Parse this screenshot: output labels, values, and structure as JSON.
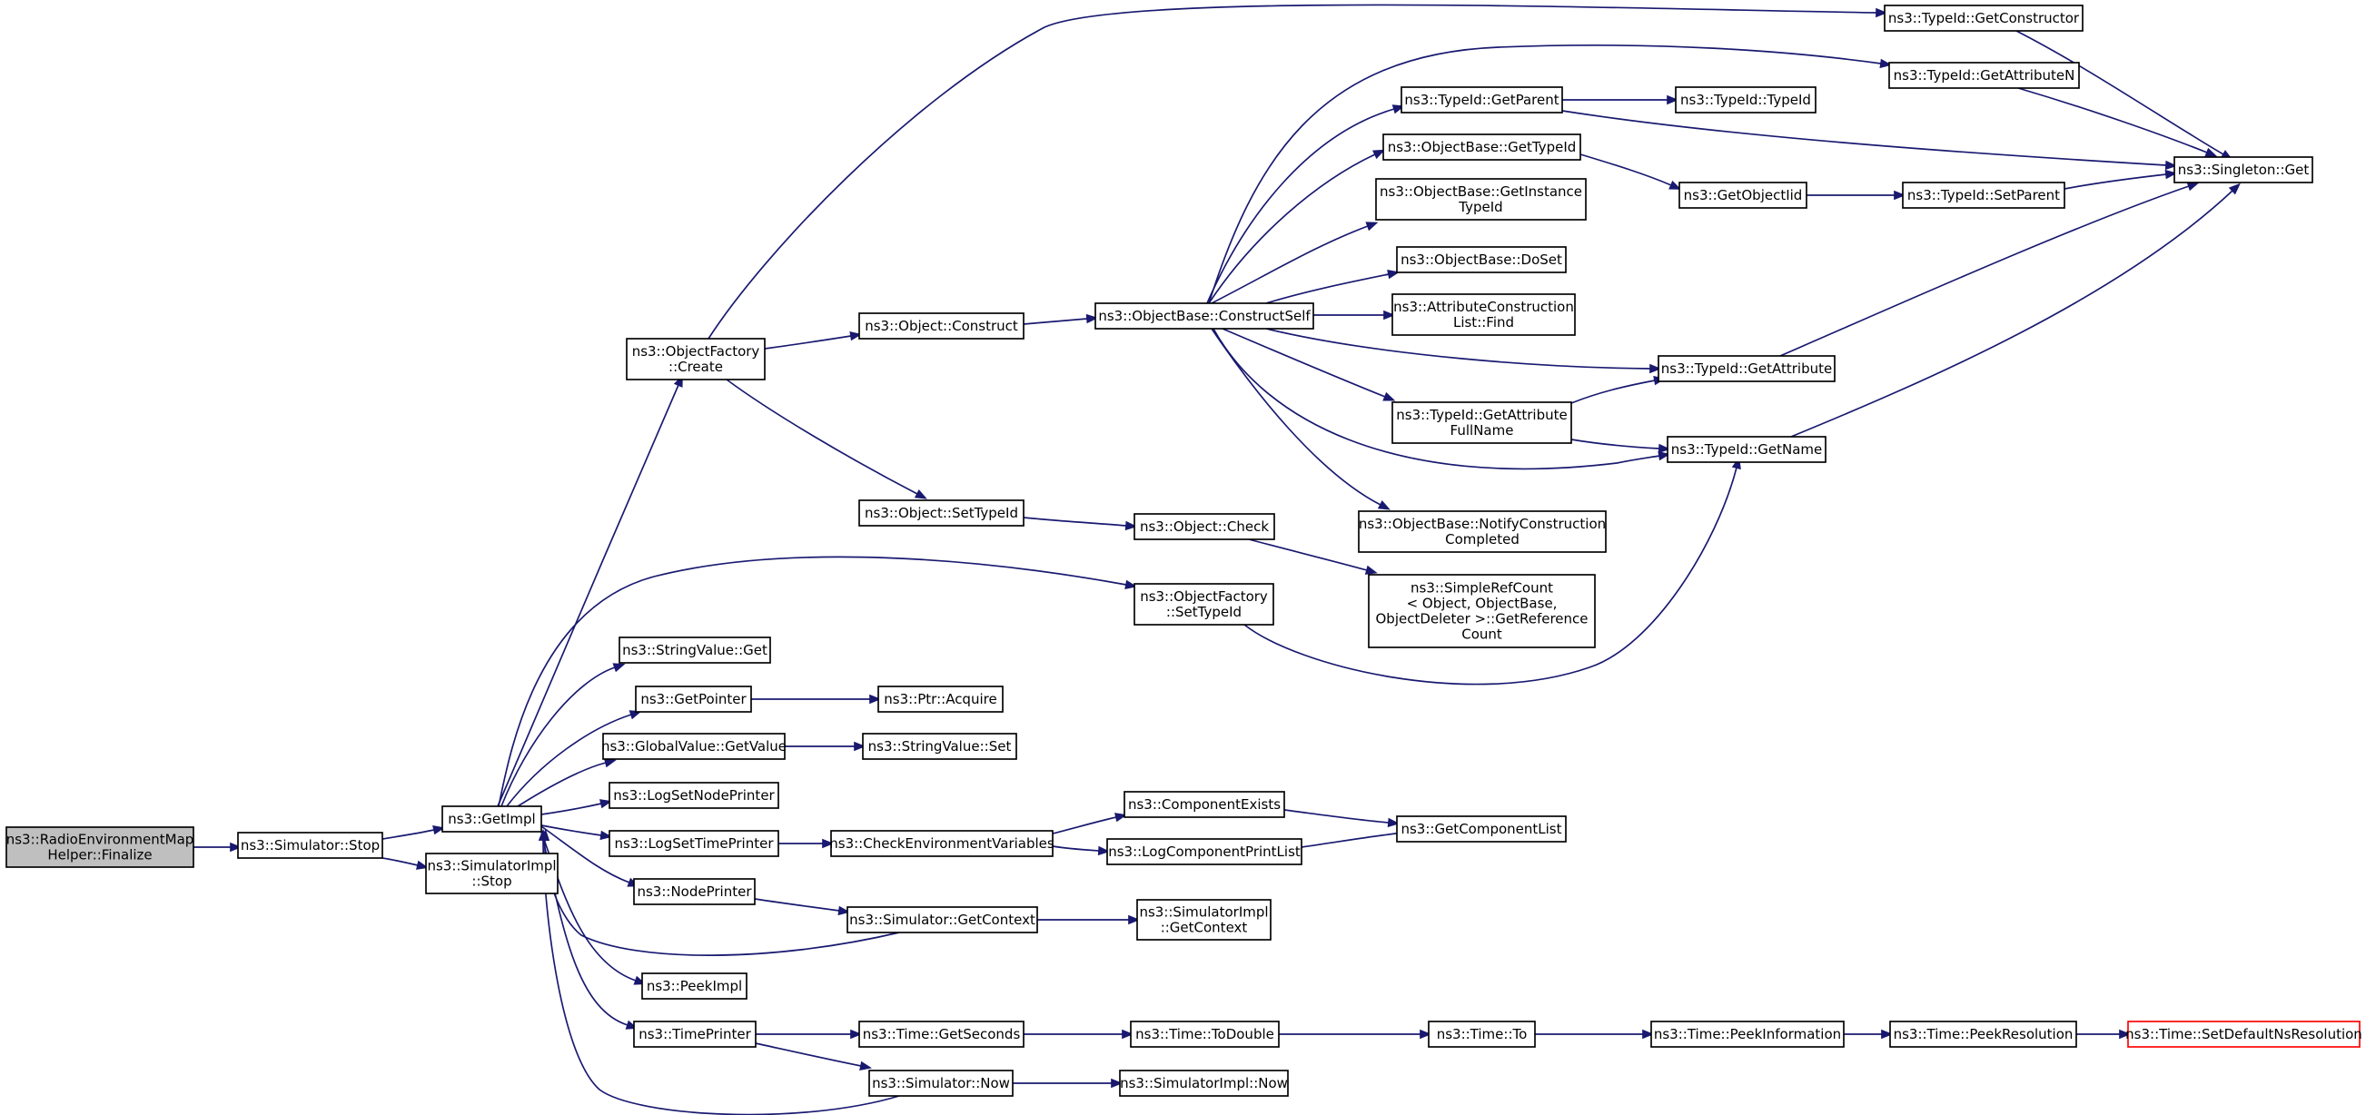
{
  "graph": {
    "nodes": [
      {
        "id": "root",
        "lines": [
          "ns3::RadioEnvironmentMap",
          "Helper::Finalize"
        ],
        "style": "root"
      },
      {
        "id": "stop",
        "lines": [
          "ns3::Simulator::Stop"
        ]
      },
      {
        "id": "getimpl",
        "lines": [
          "ns3::GetImpl"
        ]
      },
      {
        "id": "simimplstop",
        "lines": [
          "ns3::SimulatorImpl",
          "::Stop"
        ]
      },
      {
        "id": "ofcreate",
        "lines": [
          "ns3::ObjectFactory",
          "::Create"
        ]
      },
      {
        "id": "ofsettypeid",
        "lines": [
          "ns3::ObjectFactory",
          "::SetTypeId"
        ]
      },
      {
        "id": "svget",
        "lines": [
          "ns3::StringValue::Get"
        ]
      },
      {
        "id": "getpointer",
        "lines": [
          "ns3::GetPointer"
        ]
      },
      {
        "id": "gvgetvalue",
        "lines": [
          "ns3::GlobalValue::GetValue"
        ]
      },
      {
        "id": "logsetnode",
        "lines": [
          "ns3::LogSetNodePrinter"
        ]
      },
      {
        "id": "logsettime",
        "lines": [
          "ns3::LogSetTimePrinter"
        ]
      },
      {
        "id": "nodeprinter",
        "lines": [
          "ns3::NodePrinter"
        ]
      },
      {
        "id": "peekimpl",
        "lines": [
          "ns3::PeekImpl"
        ]
      },
      {
        "id": "timeprinter",
        "lines": [
          "ns3::TimePrinter"
        ]
      },
      {
        "id": "objconstruct",
        "lines": [
          "ns3::Object::Construct"
        ]
      },
      {
        "id": "objsettypeid",
        "lines": [
          "ns3::Object::SetTypeId"
        ]
      },
      {
        "id": "ptracquire",
        "lines": [
          "ns3::Ptr::Acquire"
        ]
      },
      {
        "id": "svset",
        "lines": [
          "ns3::StringValue::Set"
        ]
      },
      {
        "id": "checkenv",
        "lines": [
          "ns3::CheckEnvironmentVariables"
        ]
      },
      {
        "id": "simgetcontext",
        "lines": [
          "ns3::Simulator::GetContext"
        ]
      },
      {
        "id": "timegetseconds",
        "lines": [
          "ns3::Time::GetSeconds"
        ]
      },
      {
        "id": "simnow",
        "lines": [
          "ns3::Simulator::Now"
        ]
      },
      {
        "id": "constructself",
        "lines": [
          "ns3::ObjectBase::ConstructSelf"
        ]
      },
      {
        "id": "objcheck",
        "lines": [
          "ns3::Object::Check"
        ]
      },
      {
        "id": "compexists",
        "lines": [
          "ns3::ComponentExists"
        ]
      },
      {
        "id": "logcompprint",
        "lines": [
          "ns3::LogComponentPrintList"
        ]
      },
      {
        "id": "simimplgetcontext",
        "lines": [
          "ns3::SimulatorImpl",
          "::GetContext"
        ]
      },
      {
        "id": "timetodouble",
        "lines": [
          "ns3::Time::ToDouble"
        ]
      },
      {
        "id": "simimplnow",
        "lines": [
          "ns3::SimulatorImpl::Now"
        ]
      },
      {
        "id": "tidgetparent",
        "lines": [
          "ns3::TypeId::GetParent"
        ]
      },
      {
        "id": "obgettypeid",
        "lines": [
          "ns3::ObjectBase::GetTypeId"
        ]
      },
      {
        "id": "obgetinstance",
        "lines": [
          "ns3::ObjectBase::GetInstance",
          "TypeId"
        ]
      },
      {
        "id": "obdoset",
        "lines": [
          "ns3::ObjectBase::DoSet"
        ]
      },
      {
        "id": "acfind",
        "lines": [
          "ns3::AttributeConstruction",
          "List::Find"
        ]
      },
      {
        "id": "tidgetattrfull",
        "lines": [
          "ns3::TypeId::GetAttribute",
          "FullName"
        ]
      },
      {
        "id": "obnotify",
        "lines": [
          "ns3::ObjectBase::NotifyConstruction",
          "Completed"
        ]
      },
      {
        "id": "simplerefcount",
        "lines": [
          "ns3::SimpleRefCount",
          "< Object, ObjectBase,",
          "ObjectDeleter >::GetReference",
          "Count"
        ]
      },
      {
        "id": "getcomplist",
        "lines": [
          "ns3::GetComponentList"
        ]
      },
      {
        "id": "timeto",
        "lines": [
          "ns3::Time::To"
        ]
      },
      {
        "id": "tidtypeid",
        "lines": [
          "ns3::TypeId::TypeId"
        ]
      },
      {
        "id": "getobjectiid",
        "lines": [
          "ns3::GetObjectIid"
        ]
      },
      {
        "id": "tidgetattribute",
        "lines": [
          "ns3::TypeId::GetAttribute"
        ]
      },
      {
        "id": "tidgetname",
        "lines": [
          "ns3::TypeId::GetName"
        ]
      },
      {
        "id": "timepeekinfo",
        "lines": [
          "ns3::Time::PeekInformation"
        ]
      },
      {
        "id": "tidgetconstructor",
        "lines": [
          "ns3::TypeId::GetConstructor"
        ]
      },
      {
        "id": "tidgetattributen",
        "lines": [
          "ns3::TypeId::GetAttributeN"
        ]
      },
      {
        "id": "tidsetparent",
        "lines": [
          "ns3::TypeId::SetParent"
        ]
      },
      {
        "id": "timepeekres",
        "lines": [
          "ns3::Time::PeekResolution"
        ]
      },
      {
        "id": "singletonget",
        "lines": [
          "ns3::Singleton::Get"
        ]
      },
      {
        "id": "timesetdefault",
        "lines": [
          "ns3::Time::SetDefaultNsResolution"
        ],
        "style": "trunc"
      }
    ]
  }
}
